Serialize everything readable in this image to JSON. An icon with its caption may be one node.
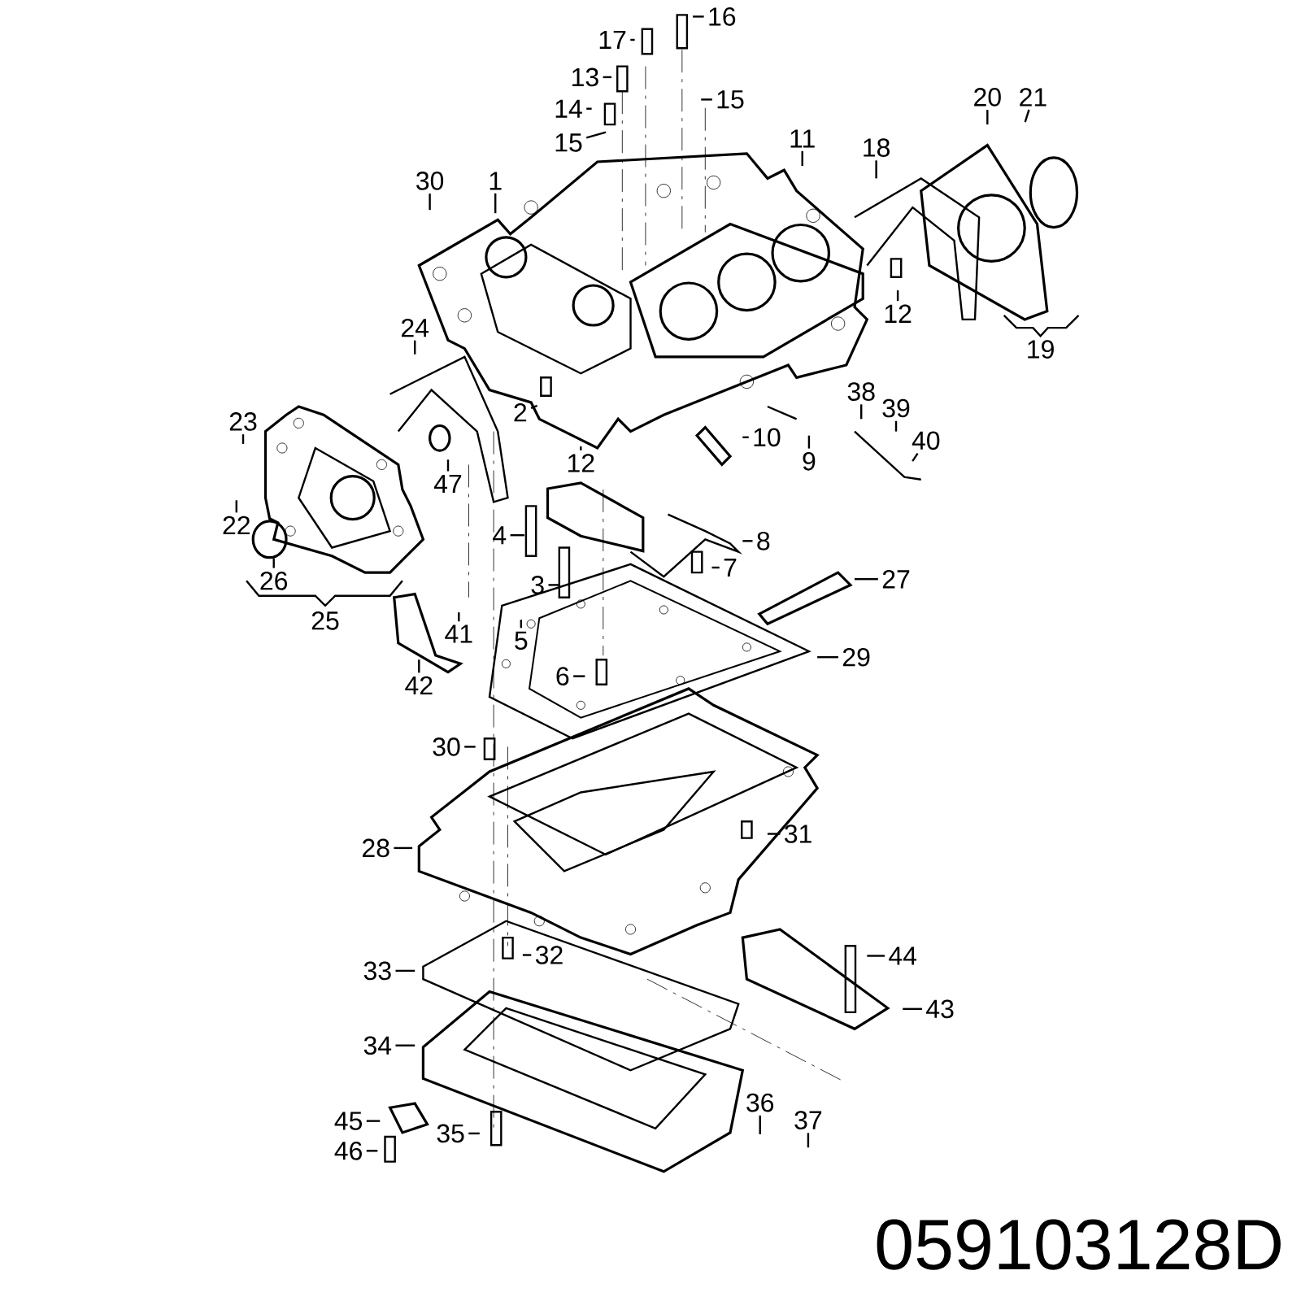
{
  "diagram": {
    "nodes": [
      {
        "text": [
          "16"
        ]
      },
      {
        "text": [
          "17"
        ]
      },
      {
        "text": [
          "13"
        ]
      },
      {
        "text": [
          "14"
        ]
      },
      {
        "text": [
          "15"
        ]
      },
      {
        "text": [
          "15"
        ]
      },
      {
        "text": [
          "20"
        ]
      },
      {
        "text": [
          "21"
        ]
      },
      {
        "text": [
          "11"
        ]
      },
      {
        "text": [
          "18"
        ]
      },
      {
        "text": [
          "30"
        ]
      },
      {
        "text": [
          "1"
        ]
      },
      {
        "text": [
          "12"
        ]
      },
      {
        "text": [
          "19"
        ]
      },
      {
        "text": [
          "24"
        ]
      },
      {
        "text": [
          "38"
        ]
      },
      {
        "text": [
          "39"
        ]
      },
      {
        "text": [
          "40"
        ]
      },
      {
        "text": [
          "23"
        ]
      },
      {
        "text": [
          "2"
        ]
      },
      {
        "text": [
          "12"
        ]
      },
      {
        "text": [
          "10"
        ]
      },
      {
        "text": [
          "9"
        ]
      },
      {
        "text": [
          "47"
        ]
      },
      {
        "text": [
          "22"
        ]
      },
      {
        "text": [
          "4"
        ]
      },
      {
        "text": [
          "8"
        ]
      },
      {
        "text": [
          "3"
        ]
      },
      {
        "text": [
          "7"
        ]
      },
      {
        "text": [
          "27"
        ]
      },
      {
        "text": [
          "26"
        ]
      },
      {
        "text": [
          "25"
        ]
      },
      {
        "text": [
          "41"
        ]
      },
      {
        "text": [
          "5"
        ]
      },
      {
        "text": [
          "29"
        ]
      },
      {
        "text": [
          "6"
        ]
      },
      {
        "text": [
          "42"
        ]
      },
      {
        "text": [
          "30"
        ]
      },
      {
        "text": [
          "31"
        ]
      },
      {
        "text": [
          "28"
        ]
      },
      {
        "text": [
          "32"
        ]
      },
      {
        "text": [
          "44"
        ]
      },
      {
        "text": [
          "33"
        ]
      },
      {
        "text": [
          "43"
        ]
      },
      {
        "text": [
          "34"
        ]
      },
      {
        "text": [
          "36"
        ]
      },
      {
        "text": [
          "37"
        ]
      },
      {
        "text": [
          "45"
        ]
      },
      {
        "text": [
          "35"
        ]
      },
      {
        "text": [
          "46"
        ]
      }
    ],
    "edges": [
      {
        "from": 0,
        "to": null,
        "arrow": "none"
      },
      {
        "from": 1,
        "to": null,
        "arrow": "none"
      },
      {
        "from": 2,
        "to": null,
        "arrow": "none"
      },
      {
        "from": 3,
        "to": null,
        "arrow": "none"
      },
      {
        "from": 4,
        "to": null,
        "arrow": "none"
      },
      {
        "from": 5,
        "to": null,
        "arrow": "none"
      },
      {
        "from": 6,
        "to": null,
        "arrow": "none"
      },
      {
        "from": 7,
        "to": null,
        "arrow": "none"
      },
      {
        "from": 8,
        "to": null,
        "arrow": "none"
      },
      {
        "from": 9,
        "to": null,
        "arrow": "none"
      },
      {
        "from": 10,
        "to": null,
        "arrow": "none"
      },
      {
        "from": 11,
        "to": null,
        "arrow": "none"
      },
      {
        "from": 12,
        "to": null,
        "arrow": "none"
      },
      {
        "from": 14,
        "to": null,
        "arrow": "none"
      },
      {
        "from": 15,
        "to": null,
        "arrow": "none"
      },
      {
        "from": 16,
        "to": null,
        "arrow": "none"
      },
      {
        "from": 17,
        "to": null,
        "arrow": "none"
      },
      {
        "from": 18,
        "to": null,
        "arrow": "none"
      },
      {
        "from": 19,
        "to": null,
        "arrow": "none"
      },
      {
        "from": 20,
        "to": null,
        "arrow": "none"
      },
      {
        "from": 21,
        "to": null,
        "arrow": "none"
      },
      {
        "from": 22,
        "to": null,
        "arrow": "none"
      },
      {
        "from": 23,
        "to": null,
        "arrow": "none"
      },
      {
        "from": 24,
        "to": null,
        "arrow": "none"
      },
      {
        "from": 25,
        "to": null,
        "arrow": "none"
      },
      {
        "from": 26,
        "to": null,
        "arrow": "none"
      },
      {
        "from": 27,
        "to": null,
        "arrow": "none"
      },
      {
        "from": 28,
        "to": null,
        "arrow": "none"
      },
      {
        "from": 29,
        "to": null,
        "arrow": "none"
      },
      {
        "from": 30,
        "to": null,
        "arrow": "none"
      },
      {
        "from": 32,
        "to": null,
        "arrow": "none"
      },
      {
        "from": 33,
        "to": null,
        "arrow": "none"
      },
      {
        "from": 34,
        "to": null,
        "arrow": "none"
      },
      {
        "from": 35,
        "to": null,
        "arrow": "none"
      },
      {
        "from": 36,
        "to": null,
        "arrow": "none"
      },
      {
        "from": 37,
        "to": null,
        "arrow": "none"
      },
      {
        "from": 38,
        "to": null,
        "arrow": "none"
      },
      {
        "from": 39,
        "to": null,
        "arrow": "none"
      },
      {
        "from": 40,
        "to": null,
        "arrow": "none"
      },
      {
        "from": 41,
        "to": null,
        "arrow": "none"
      },
      {
        "from": 42,
        "to": null,
        "arrow": "none"
      },
      {
        "from": 43,
        "to": null,
        "arrow": "none"
      },
      {
        "from": 44,
        "to": null,
        "arrow": "none"
      },
      {
        "from": 45,
        "to": null,
        "arrow": "none"
      },
      {
        "from": 46,
        "to": null,
        "arrow": "none"
      },
      {
        "from": 47,
        "to": null,
        "arrow": "none"
      },
      {
        "from": 48,
        "to": null,
        "arrow": "none"
      },
      {
        "from": 49,
        "to": null,
        "arrow": "none"
      }
    ],
    "labels": [
      "059103128D"
    ]
  }
}
